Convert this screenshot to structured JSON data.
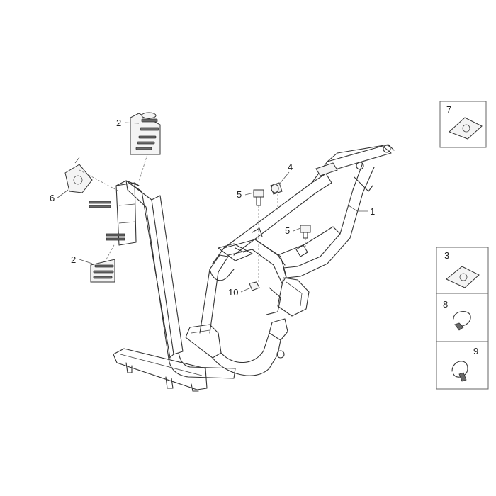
{
  "callouts": {
    "frame": "1",
    "pads_upper": "2",
    "pads_lower": "2",
    "clip_nut_box": "3",
    "spacer": "4",
    "screw_left": "5",
    "screw_right": "5",
    "plate": "6",
    "clip_nut_top_box": "7",
    "clamp": "8",
    "clamp_small": "9",
    "nut": "10"
  }
}
